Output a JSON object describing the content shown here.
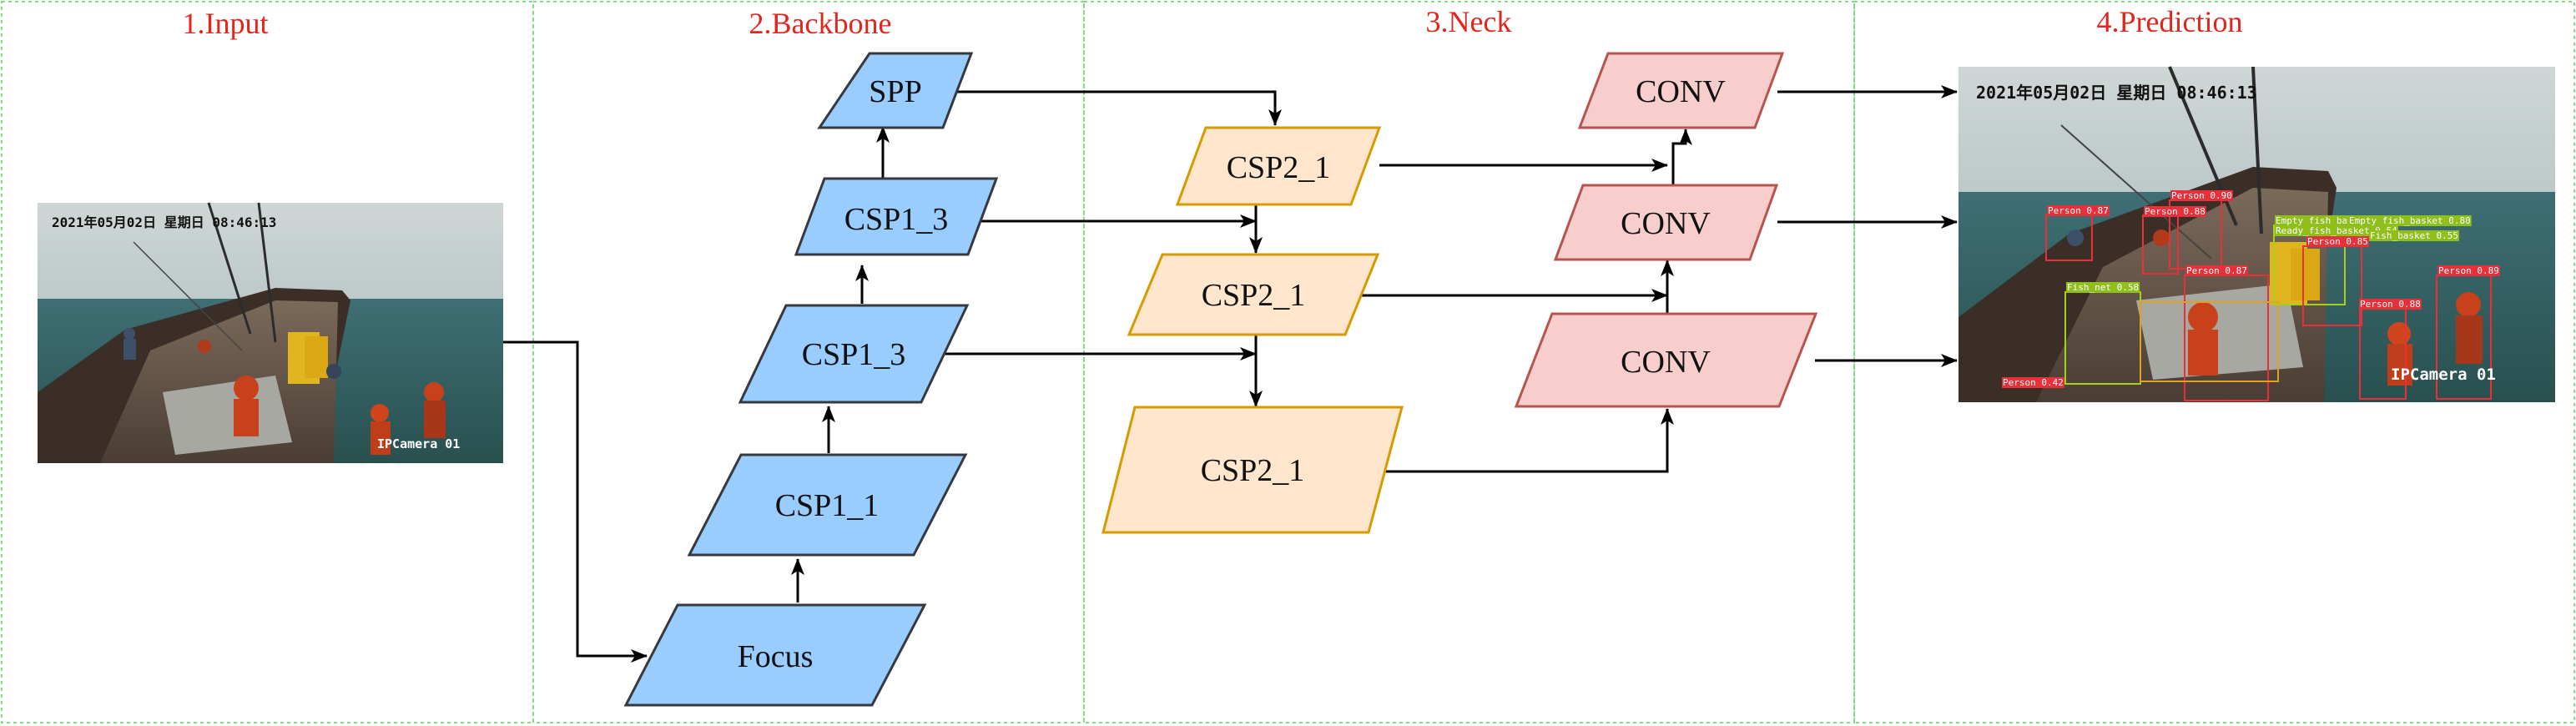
{
  "sections": [
    {
      "id": "input",
      "title": "1.Input"
    },
    {
      "id": "backbone",
      "title": "2.Backbone"
    },
    {
      "id": "neck",
      "title": "3.Neck"
    },
    {
      "id": "prediction",
      "title": "4.Prediction"
    }
  ],
  "backbone": {
    "focus": "Focus",
    "csp1_1": "CSP1_1",
    "csp1_3_lower": "CSP1_3",
    "csp1_3_upper": "CSP1_3",
    "spp": "SPP"
  },
  "neck": {
    "csp2_1_top": "CSP2_1",
    "csp2_1_mid": "CSP2_1",
    "csp2_1_bottom": "CSP2_1",
    "conv_top": "CONV",
    "conv_mid": "CONV",
    "conv_bottom": "CONV"
  },
  "input_image": {
    "timestamp": "2021年05月02日  星期日 08:46:13",
    "camera": "IPCamera 01"
  },
  "prediction_image": {
    "timestamp": "2021年05月02日  星期日 08:46:13",
    "camera": "IPCamera 01",
    "detections": [
      "Person 0.87",
      "Person 0.88",
      "Person 0.90",
      "Person 0.87",
      "Person 0.89",
      "Person 0.88",
      "Person 0.42",
      "Person 0.85",
      "Fish_net 0.58",
      "Empty_fish_basket 0.84",
      "Empty_fish_basket 0.80",
      "Ready_fish_basket 0.54",
      "Fish_basket 0.55"
    ]
  },
  "colors": {
    "backbone_fill": "#99ccff",
    "backbone_stroke": "#36393d",
    "csp2_fill": "#ffe6cc",
    "csp2_stroke": "#d79b00",
    "conv_fill": "#f8cecc",
    "conv_stroke": "#b85450",
    "section_border": "#7ee07e",
    "title": "#e3261d"
  }
}
